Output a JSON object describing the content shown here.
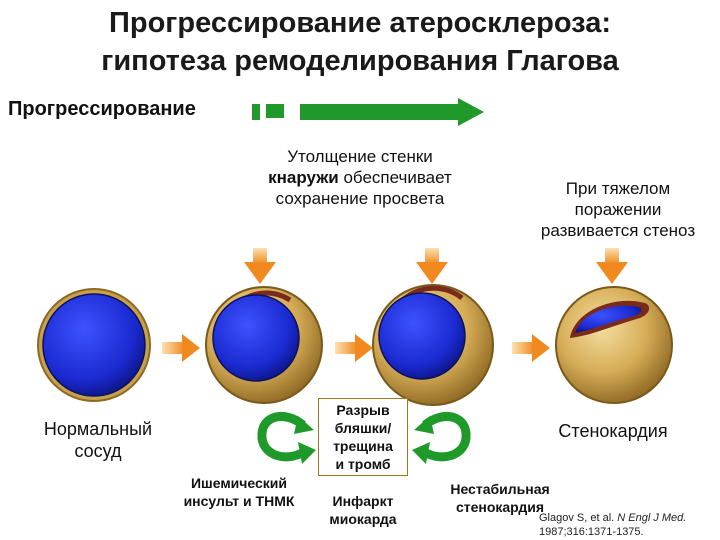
{
  "title_line1": "Прогрессирование атеросклероза:",
  "title_line2": "гипотеза ремоделирования Глагова",
  "progression_label": "Прогрессирование",
  "caption_outward": {
    "line1": "Утолщение стенки",
    "bold": "кнаружи",
    "line2_rest": " обеспечивает",
    "line3": "сохранение просвета"
  },
  "caption_severe": [
    "При тяжелом",
    "поражении",
    "развивается стеноз"
  ],
  "normal_vessel": [
    "Нормальный",
    "сосуд"
  ],
  "rupture": [
    "Разрыв",
    "бляшки/",
    "трещина",
    "и тромб"
  ],
  "stroke": [
    "Ишемический",
    "инсульт и ТНМК"
  ],
  "mi": [
    "Инфаркт",
    "миокарда"
  ],
  "angina": "Стенокардия",
  "unstable_angina": [
    "Нестабильная",
    "стенокардия"
  ],
  "citation": {
    "authors": "Glagov S, et al. ",
    "journal": "N Engl J Med.",
    "ref": "1987;316:1371-1375."
  },
  "colors": {
    "wall": "#c9a04a",
    "lumen": "#1f2ed6",
    "arrow_orange": "#f5a03a",
    "arrow_green": "#1f9a2a"
  }
}
